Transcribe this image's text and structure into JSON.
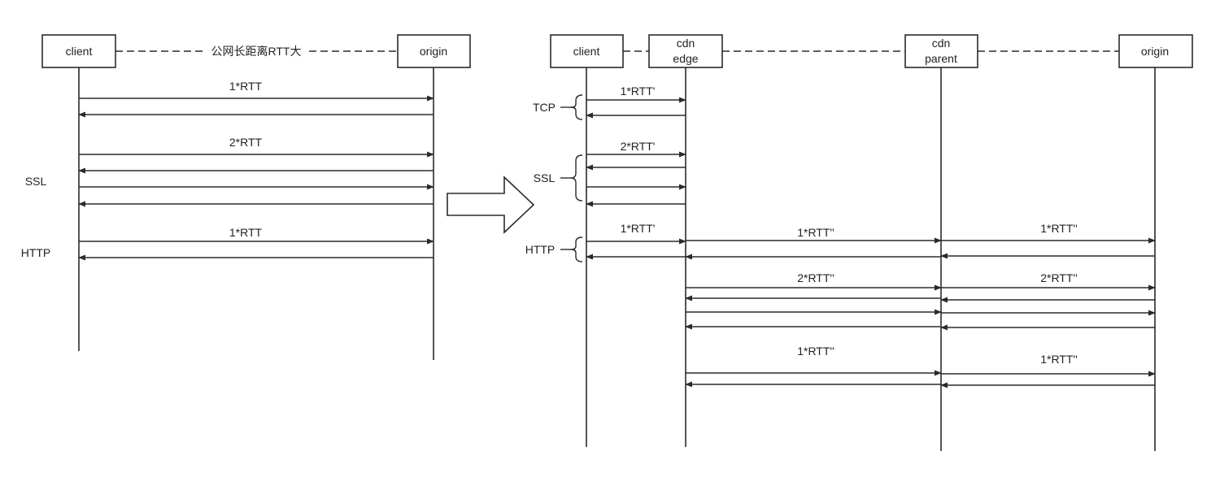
{
  "left": {
    "participants": [
      "client",
      "origin"
    ],
    "link_label": "公网长距离RTT大",
    "rtt_labels": [
      "1*RTT",
      "2*RTT",
      "1*RTT"
    ],
    "phase_labels": [
      "SSL",
      "HTTP"
    ]
  },
  "right": {
    "participants": {
      "client": "client",
      "edge_line1": "cdn",
      "edge_line2": "edge",
      "parent_line1": "cdn",
      "parent_line2": "parent",
      "origin": "origin"
    },
    "client_edge_rtt_labels": [
      "1*RTT'",
      "2*RTT'",
      "1*RTT'"
    ],
    "edge_parent_rtt_labels": [
      "1*RTT''",
      "2*RTT''",
      "1*RTT''"
    ],
    "parent_origin_rtt_labels": [
      "1*RTT''",
      "2*RTT''",
      "1*RTT''"
    ],
    "phase_labels": [
      "TCP",
      "SSL",
      "HTTP"
    ]
  }
}
